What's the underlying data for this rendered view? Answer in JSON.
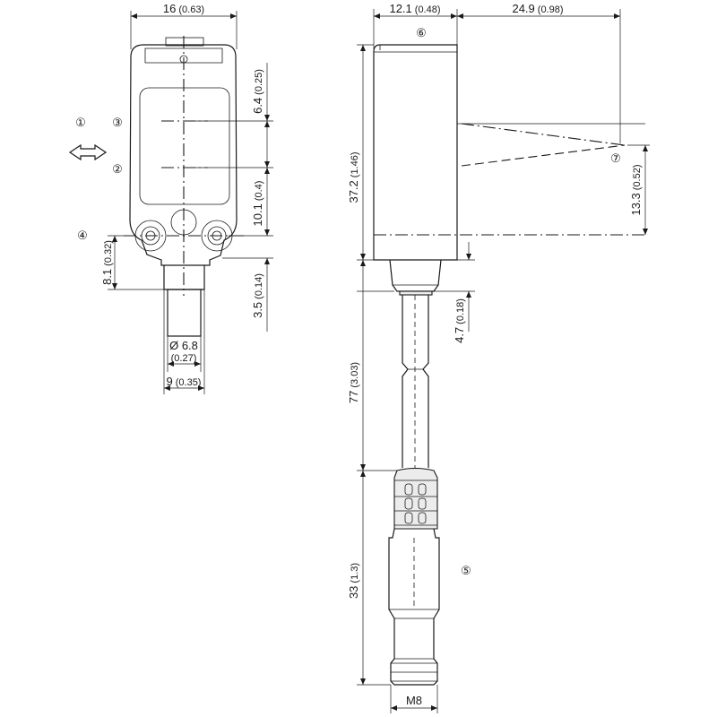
{
  "front_view": {
    "dim_width": {
      "value": "16",
      "inch": "(0.63)"
    },
    "dim_emitter": {
      "value": "6.4",
      "inch": "(0.25)"
    },
    "dim_optical_spacing": {
      "value": "10.1",
      "inch": "(0.4)"
    },
    "dim_mount_hole": {
      "value": "8.1",
      "inch": "(0.32)"
    },
    "dim_connector_offset": {
      "value": "3.5",
      "inch": "(0.14)"
    },
    "dim_cable_diameter": {
      "value": "Ø 6.8",
      "inch": "(0.27)"
    },
    "dim_cable_width": {
      "value": "9",
      "inch": "(0.35)"
    }
  },
  "side_view": {
    "dim_depth": {
      "value": "12.1",
      "inch": "(0.48)"
    },
    "dim_focus": {
      "value": "24.9",
      "inch": "(0.98)"
    },
    "dim_height": {
      "value": "37.2",
      "inch": "(1.46)"
    },
    "dim_beam": {
      "value": "13.3",
      "inch": "(0.52)"
    },
    "dim_cable_gland": {
      "value": "4.7",
      "inch": "(0.18)"
    },
    "dim_cable_length": {
      "value": "77",
      "inch": "(3.03)"
    },
    "dim_connector_length": {
      "value": "33",
      "inch": "(1.3)"
    },
    "thread_label": "M8"
  },
  "callouts": {
    "c1": "①",
    "c2": "②",
    "c3": "③",
    "c4": "④",
    "c5": "⑤",
    "c6": "⑥",
    "c7": "⑦"
  }
}
